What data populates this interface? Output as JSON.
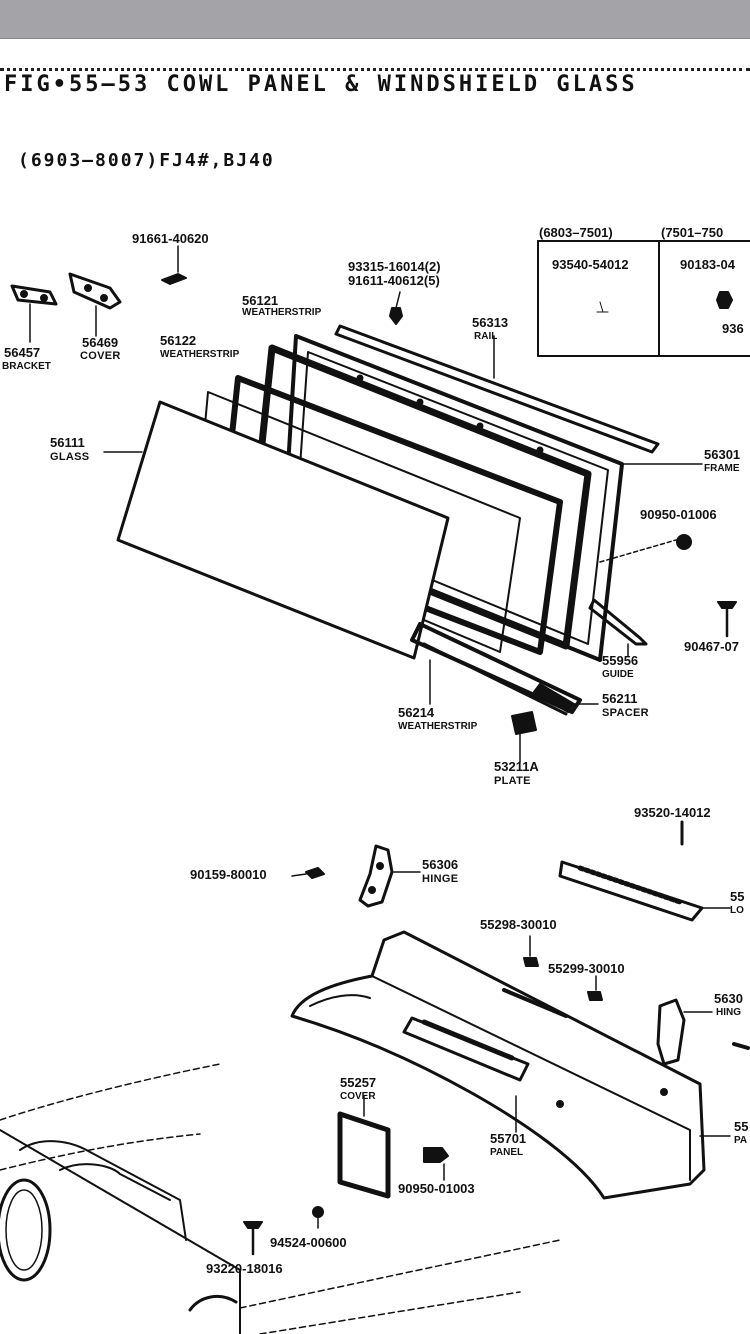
{
  "figure": {
    "title": "FIG•55–53 COWL PANEL & WINDSHIELD GLASS",
    "subtitle": "(6903–8007)FJ4#,BJ40"
  },
  "range_table": {
    "col1_header": "(6803–7501)",
    "col2_header": "(7501–750",
    "col1_part": "93540-54012",
    "col2_part": "90183-04",
    "col2_part2": "936"
  },
  "parts": {
    "p91661": "91661-40620",
    "p93315": "93315-16014(2)",
    "p91611": "91611-40612(5)",
    "p56121": "56121",
    "p56121_name": "WEATHERSTRIP",
    "p56313": "56313",
    "p56313_name": "RAIL",
    "p56457": "56457",
    "p56457_name": "BRACKET",
    "p56469": "56469",
    "p56469_name": "COVER",
    "p56122": "56122",
    "p56122_name": "WEATHERSTRIP",
    "p56111": "56111",
    "p56111_name": "GLASS",
    "p56301": "56301",
    "p56301_name": "FRAME",
    "p90950a": "90950-01006",
    "p90467": "90467-07",
    "p55956": "55956",
    "p55956_name": "GUIDE",
    "p56211": "56211",
    "p56211_name": "SPACER",
    "p56214": "56214",
    "p56214_name": "WEATHERSTRIP",
    "p53211": "53211A",
    "p53211_name": "PLATE",
    "p93520": "93520-14012",
    "p90159": "90159-80010",
    "p56306": "56306",
    "p56306_name": "HINGE",
    "p55_louver": "55",
    "p55_louver_name": "LO",
    "p55298": "55298-30010",
    "p55299": "55299-30010",
    "p5630_hinge": "5630",
    "p5630_hinge_name": "HING",
    "p55257": "55257",
    "p55257_name": "COVER",
    "p55701": "55701",
    "p55701_name": "PANEL",
    "p90950b": "90950-01003",
    "p55_panel": "55",
    "p55_panel_name": "PA",
    "p94524": "94524-00600",
    "p93220": "93220-18016"
  }
}
